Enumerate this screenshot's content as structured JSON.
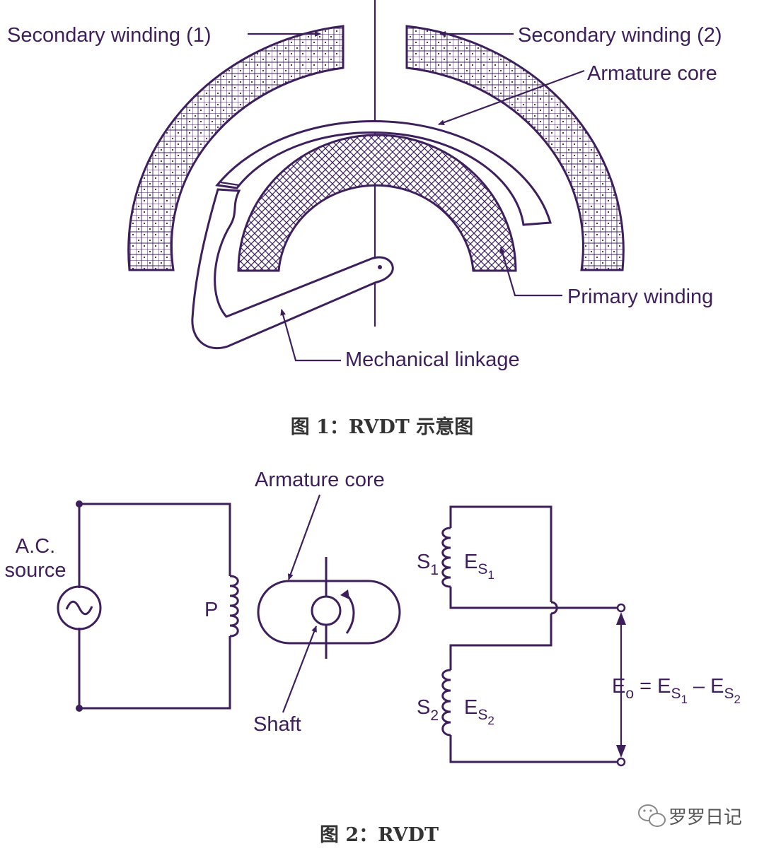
{
  "figure1": {
    "labels": {
      "secondary_1": "Secondary winding (1)",
      "secondary_2": "Secondary winding (2)",
      "armature_core": "Armature core",
      "primary_winding": "Primary winding",
      "mechanical_linkage": "Mechanical linkage"
    },
    "caption": "图 1：RVDT 示意图"
  },
  "figure2": {
    "labels": {
      "armature_core": "Armature core",
      "ac_line1": "A.C.",
      "ac_line2": "source",
      "primary": "P",
      "shaft": "Shaft",
      "s1": "S",
      "s1_sub": "1",
      "s2": "S",
      "s2_sub": "2",
      "es1": "E",
      "es1_sub": "S",
      "es1_subsub": "1",
      "es2": "E",
      "es2_sub": "S",
      "es2_subsub": "2",
      "eo": "E",
      "eo_sub": "o",
      "eo_eq": " = E",
      "eo_s1": "S",
      "eo_s1_sub": "1",
      "eo_minus": " – E",
      "eo_s2": "S",
      "eo_s2_sub": "2"
    },
    "caption": "图 2：RVDT"
  },
  "watermark": "罗罗日记",
  "colors": {
    "ink": "#3d1f5c",
    "caption": "#333333"
  }
}
